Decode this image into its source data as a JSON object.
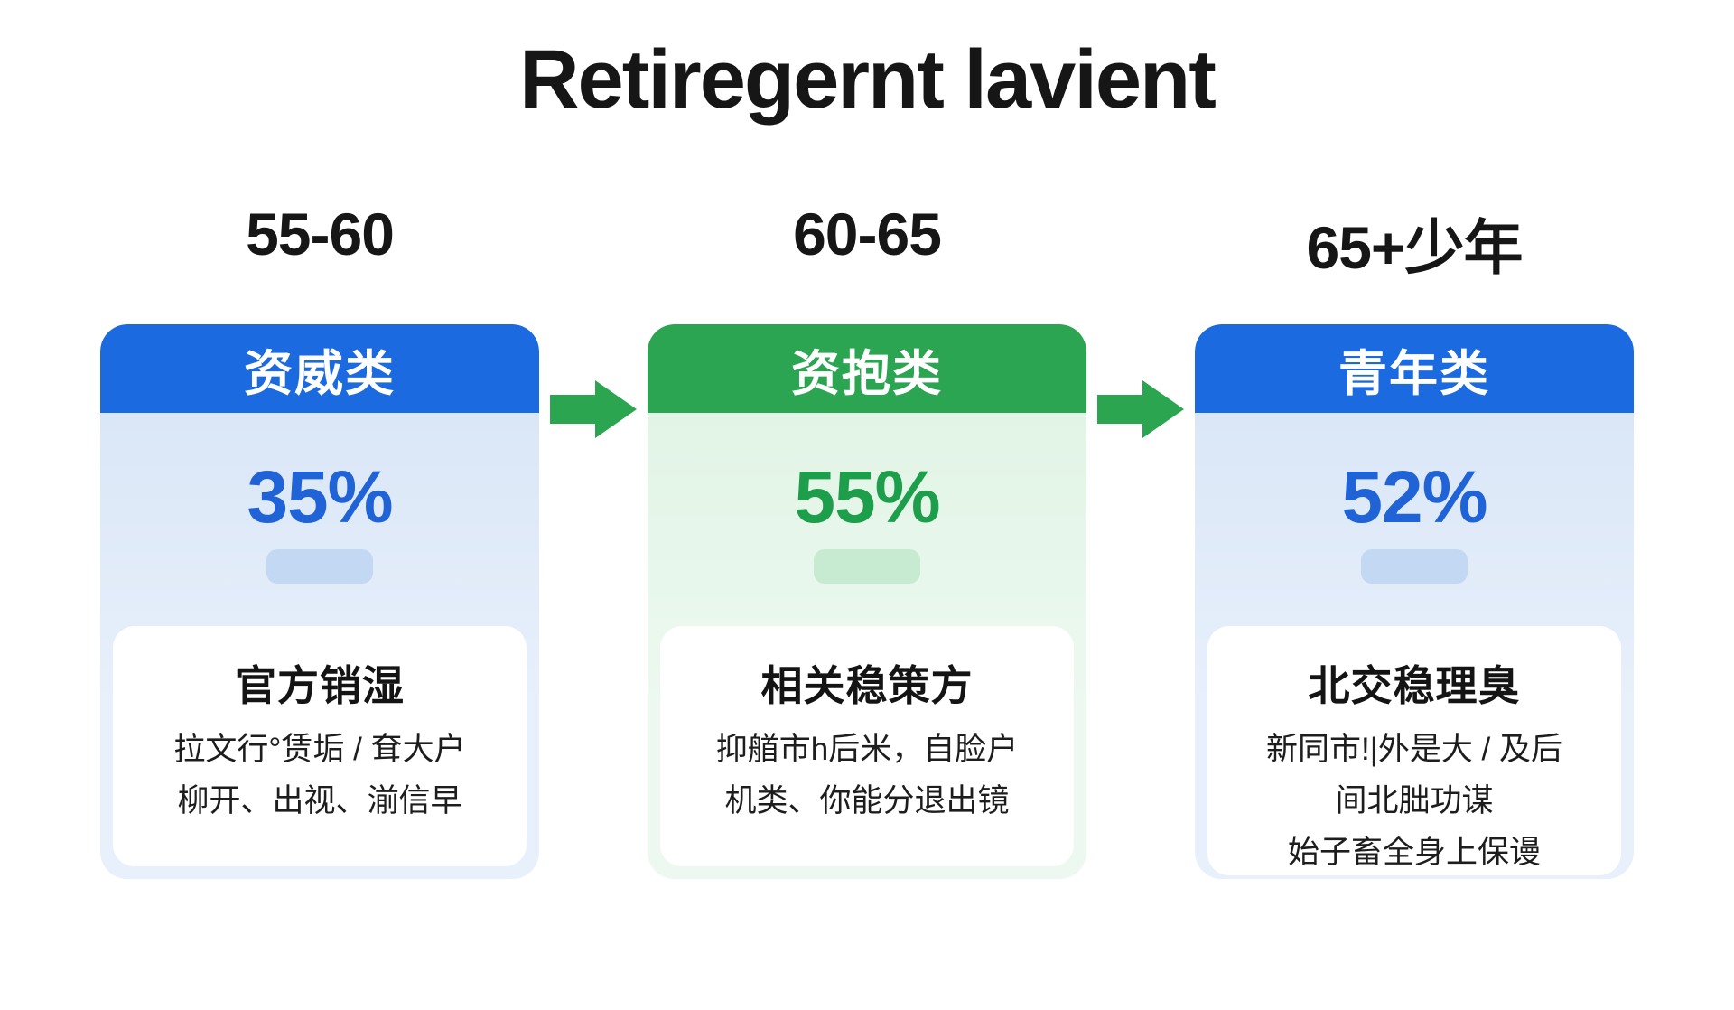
{
  "title": "Retiregernt lavient",
  "colors": {
    "blue": "#1b6ae0",
    "green": "#2ba551",
    "pct_blue": "#1f63d6",
    "pct_green": "#1d9e4a",
    "card_blue_top": "#d6e4f6",
    "card_blue_bottom": "#e8f0fb",
    "card_green_top": "#def3e3",
    "card_green_bottom": "#edf9f0",
    "pill_blue": "#c3d8f2",
    "pill_green": "#c6ebd0",
    "arrow_green": "#2ba54f"
  },
  "columns": [
    {
      "age_label": "55-60",
      "header": "资威类",
      "theme": "blue",
      "percent": "35%",
      "box_title": "官方销湿",
      "box_lines": [
        "拉文行°赁垢 / 耷大户",
        "柳开、出视、湔信早"
      ]
    },
    {
      "age_label": "60-65",
      "header": "资抱类",
      "theme": "green",
      "percent": "55%",
      "box_title": "相关稳策方",
      "box_lines": [
        "抑艏市h后米，自脸户",
        "机类、你能分退出镜"
      ]
    },
    {
      "age_label": "65+少年",
      "header": "青年类",
      "theme": "blue",
      "percent": "52%",
      "box_title": "北交稳理臭",
      "box_lines": [
        "新同市!|外是大 / 及后",
        "间北朏功谋",
        "始子畜全身上保谩"
      ]
    }
  ]
}
